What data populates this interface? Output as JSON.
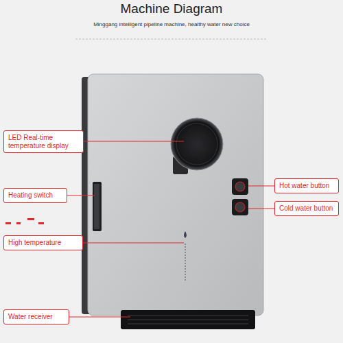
{
  "diagram": {
    "title": "Machine Diagram",
    "nodes": [
      {
        "text": [
          "LED Real-time temperature display"
        ]
      },
      {
        "text": [
          "Hot water button"
        ]
      },
      {
        "text": [
          "Heating switch"
        ]
      },
      {
        "text": [
          "Cold water button"
        ]
      },
      {
        "text": [
          "High temperature"
        ]
      },
      {
        "text": [
          "Water receiver"
        ]
      }
    ],
    "labels": [
      "Minggang intelligent pipeline machine, healthy water new choice"
    ]
  }
}
